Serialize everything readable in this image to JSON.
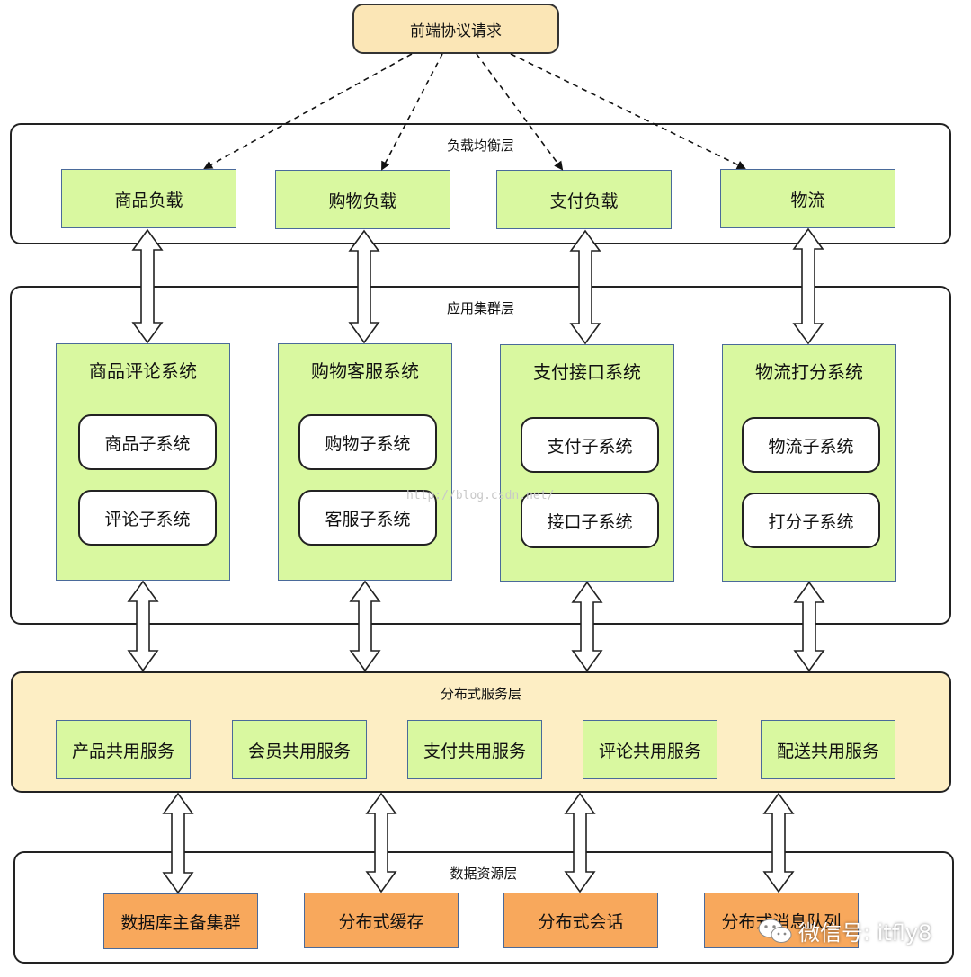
{
  "top": {
    "label": "前端协议请求"
  },
  "load_layer": {
    "title": "负载均衡层",
    "boxes": [
      "商品负载",
      "购物负载",
      "支付负载",
      "物流"
    ]
  },
  "app_layer": {
    "title": "应用集群层",
    "clusters": [
      {
        "title": "商品评论系统",
        "subs": [
          "商品子系统",
          "评论子系统"
        ]
      },
      {
        "title": "购物客服系统",
        "subs": [
          "购物子系统",
          "客服子系统"
        ]
      },
      {
        "title": "支付接口系统",
        "subs": [
          "支付子系统",
          "接口子系统"
        ]
      },
      {
        "title": "物流打分系统",
        "subs": [
          "物流子系统",
          "打分子系统"
        ]
      }
    ]
  },
  "dist_layer": {
    "title": "分布式服务层",
    "services": [
      "产品共用服务",
      "会员共用服务",
      "支付共用服务",
      "评论共用服务",
      "配送共用服务"
    ]
  },
  "data_layer": {
    "title": "数据资源层",
    "boxes": [
      "数据库主备集群",
      "分布式缓存",
      "分布式会话",
      "分布式消息队列"
    ]
  },
  "watermarks": {
    "blog": "http://blog.csdn.net/",
    "wechat": "微信号: itfly8"
  },
  "colors": {
    "request": "#fbe6b6",
    "green_box": "#d9f8a0",
    "distributed_layer": "#fdeec4",
    "orange_box": "#f8a85c"
  }
}
